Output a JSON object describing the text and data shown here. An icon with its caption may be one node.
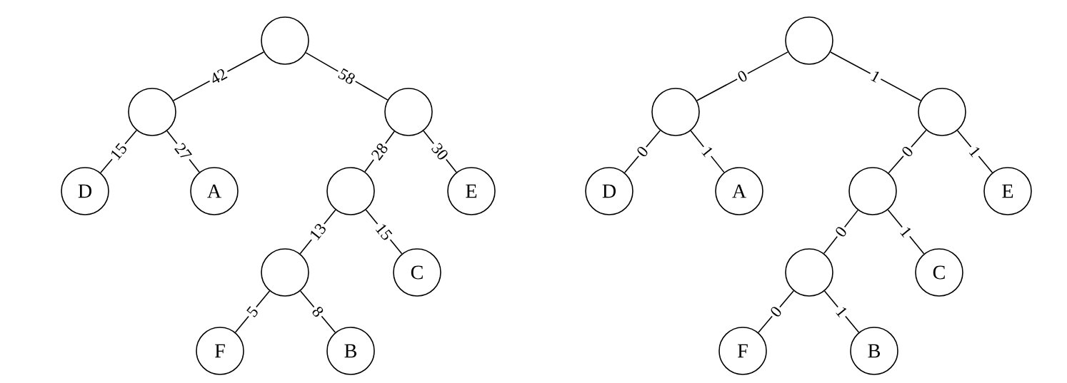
{
  "diagram": {
    "nodes": [
      {
        "text": [],
        "shape": "circle"
      },
      {
        "text": [],
        "shape": "circle"
      },
      {
        "text": [],
        "shape": "circle"
      },
      {
        "text": [
          "D"
        ]
      },
      {
        "text": [
          "A"
        ]
      },
      {
        "text": [],
        "shape": "circle"
      },
      {
        "text": [
          "E"
        ]
      },
      {
        "text": [],
        "shape": "circle"
      },
      {
        "text": [
          "C"
        ]
      },
      {
        "text": [
          "F"
        ]
      },
      {
        "text": [
          "B"
        ]
      },
      {
        "text": [],
        "shape": "circle"
      },
      {
        "text": [],
        "shape": "circle"
      },
      {
        "text": [],
        "shape": "circle"
      },
      {
        "text": [
          "D"
        ]
      },
      {
        "text": [
          "A"
        ]
      },
      {
        "text": [],
        "shape": "circle"
      },
      {
        "text": [
          "E"
        ]
      },
      {
        "text": [],
        "shape": "circle"
      },
      {
        "text": [
          "C"
        ]
      },
      {
        "text": [
          "F"
        ]
      },
      {
        "text": [
          "B"
        ]
      }
    ],
    "edges": [
      {
        "from": 0,
        "to": 1,
        "arrow": "none",
        "label": "42"
      },
      {
        "from": 0,
        "to": 2,
        "arrow": "none",
        "label": "58"
      },
      {
        "from": 1,
        "to": 3,
        "arrow": "none",
        "label": "15"
      },
      {
        "from": 1,
        "to": 4,
        "arrow": "none",
        "label": "27"
      },
      {
        "from": 2,
        "to": 5,
        "arrow": "none",
        "label": "28"
      },
      {
        "from": 2,
        "to": 6,
        "arrow": "none",
        "label": "30"
      },
      {
        "from": 5,
        "to": 7,
        "arrow": "none",
        "label": "13"
      },
      {
        "from": 5,
        "to": 8,
        "arrow": "none",
        "label": "15"
      },
      {
        "from": 7,
        "to": 9,
        "arrow": "none",
        "label": "5"
      },
      {
        "from": 7,
        "to": 10,
        "arrow": "none",
        "label": "8"
      },
      {
        "from": 11,
        "to": 12,
        "arrow": "none",
        "label": "0"
      },
      {
        "from": 11,
        "to": 13,
        "arrow": "none",
        "label": "1"
      },
      {
        "from": 12,
        "to": 14,
        "arrow": "none",
        "label": "0"
      },
      {
        "from": 12,
        "to": 15,
        "arrow": "none",
        "label": "1"
      },
      {
        "from": 13,
        "to": 16,
        "arrow": "none",
        "label": "0"
      },
      {
        "from": 13,
        "to": 17,
        "arrow": "none",
        "label": "1"
      },
      {
        "from": 16,
        "to": 18,
        "arrow": "none",
        "label": "0"
      },
      {
        "from": 16,
        "to": 19,
        "arrow": "none",
        "label": "1"
      },
      {
        "from": 18,
        "to": 20,
        "arrow": "none",
        "label": "0"
      },
      {
        "from": 18,
        "to": 21,
        "arrow": "none",
        "label": "1"
      }
    ]
  }
}
